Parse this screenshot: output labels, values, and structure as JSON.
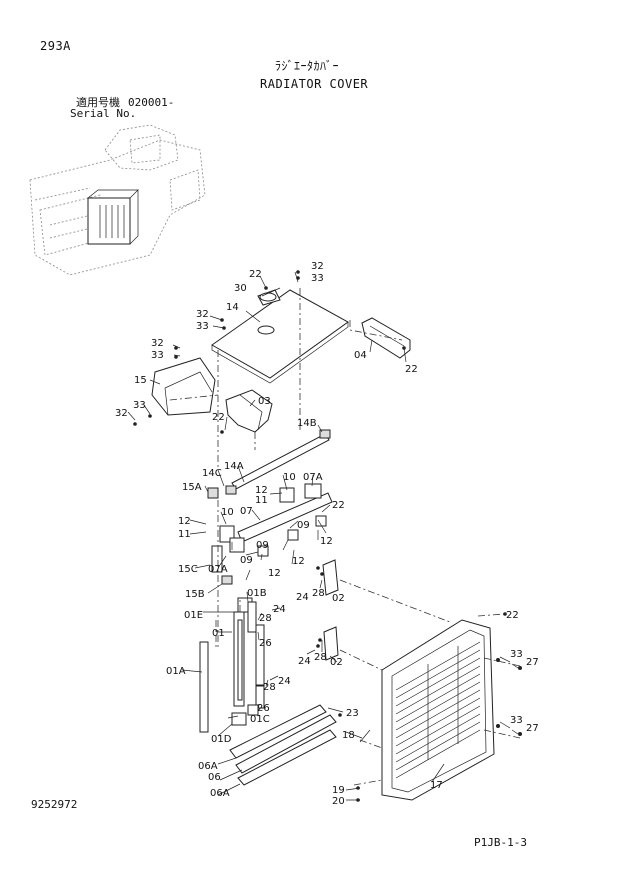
{
  "header": {
    "page_code": "293A",
    "title_jp": "ﾗｼﾞｴｰﾀｶﾊﾞｰ",
    "title_en": "RADIATOR COVER",
    "serial_label_jp": "適用号機",
    "serial_value": "020001-",
    "serial_label_en": "Serial No."
  },
  "footer": {
    "drawing_number": "9252972",
    "page_ref": "P1JB-1-3"
  },
  "callouts": [
    {
      "id": "c1",
      "text": "22"
    },
    {
      "id": "c2",
      "text": "32"
    },
    {
      "id": "c3",
      "text": "33"
    },
    {
      "id": "c4",
      "text": "30"
    },
    {
      "id": "c5",
      "text": "32"
    },
    {
      "id": "c6",
      "text": "14"
    },
    {
      "id": "c7",
      "text": "33"
    },
    {
      "id": "c8",
      "text": "32"
    },
    {
      "id": "c9",
      "text": "33"
    },
    {
      "id": "c10",
      "text": "04"
    },
    {
      "id": "c11",
      "text": "22"
    },
    {
      "id": "c12",
      "text": "15"
    },
    {
      "id": "c13",
      "text": "03"
    },
    {
      "id": "c14",
      "text": "32"
    },
    {
      "id": "c15",
      "text": "33"
    },
    {
      "id": "c16",
      "text": "22"
    },
    {
      "id": "c17",
      "text": "14B"
    },
    {
      "id": "c18",
      "text": "14C"
    },
    {
      "id": "c19",
      "text": "14A"
    },
    {
      "id": "c20",
      "text": "10"
    },
    {
      "id": "c21",
      "text": "07A"
    },
    {
      "id": "c22",
      "text": "15A"
    },
    {
      "id": "c23",
      "text": "12"
    },
    {
      "id": "c24",
      "text": "11"
    },
    {
      "id": "c25",
      "text": "22"
    },
    {
      "id": "c26",
      "text": "07"
    },
    {
      "id": "c27",
      "text": "10"
    },
    {
      "id": "c28",
      "text": "09"
    },
    {
      "id": "c29",
      "text": "12"
    },
    {
      "id": "c30",
      "text": "12"
    },
    {
      "id": "c31",
      "text": "11"
    },
    {
      "id": "c32",
      "text": "09"
    },
    {
      "id": "c33",
      "text": "09"
    },
    {
      "id": "c34",
      "text": "15C"
    },
    {
      "id": "c35",
      "text": "07A"
    },
    {
      "id": "c36",
      "text": "12"
    },
    {
      "id": "c37",
      "text": "12"
    },
    {
      "id": "c38",
      "text": "15B"
    },
    {
      "id": "c39",
      "text": "01B"
    },
    {
      "id": "c40",
      "text": "24"
    },
    {
      "id": "c41",
      "text": "28"
    },
    {
      "id": "c42",
      "text": "02"
    },
    {
      "id": "c43",
      "text": "01E"
    },
    {
      "id": "c44",
      "text": "24"
    },
    {
      "id": "c45",
      "text": "28"
    },
    {
      "id": "c46",
      "text": "22"
    },
    {
      "id": "c47",
      "text": "01"
    },
    {
      "id": "c48",
      "text": "26"
    },
    {
      "id": "c49",
      "text": "24"
    },
    {
      "id": "c50",
      "text": "28"
    },
    {
      "id": "c51",
      "text": "02"
    },
    {
      "id": "c52",
      "text": "01A"
    },
    {
      "id": "c53",
      "text": "28"
    },
    {
      "id": "c54",
      "text": "24"
    },
    {
      "id": "c55",
      "text": "33"
    },
    {
      "id": "c56",
      "text": "27"
    },
    {
      "id": "c57",
      "text": "26"
    },
    {
      "id": "c58",
      "text": "01C"
    },
    {
      "id": "c59",
      "text": "23"
    },
    {
      "id": "c60",
      "text": "33"
    },
    {
      "id": "c61",
      "text": "27"
    },
    {
      "id": "c62",
      "text": "01D"
    },
    {
      "id": "c63",
      "text": "18"
    },
    {
      "id": "c64",
      "text": "06A"
    },
    {
      "id": "c65",
      "text": "06"
    },
    {
      "id": "c66",
      "text": "06A"
    },
    {
      "id": "c67",
      "text": "17"
    },
    {
      "id": "c68",
      "text": "19"
    },
    {
      "id": "c69",
      "text": "20"
    }
  ]
}
